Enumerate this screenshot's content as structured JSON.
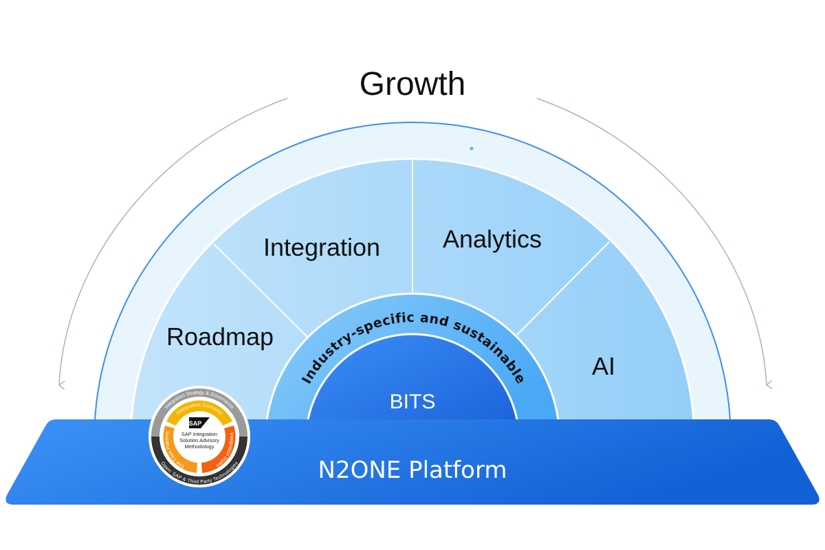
{
  "title": "Growth",
  "segments": [
    "Roadmap",
    "Integration",
    "Analytics",
    "AI"
  ],
  "inner_ring": "Industry-specific and sustainable",
  "core": "BITS",
  "platform": "N2ONE Platform",
  "badge": {
    "logo": "SAP",
    "center_lines": [
      "SAP Integration",
      "Solution Advisory",
      "Methodology"
    ],
    "outer_top": "Integration Strategy & Governance",
    "outer_bottom": "Open: SAP & Third Party Technologies",
    "inner_top": "Integration Domains",
    "inner_left": "Use Case Patterns",
    "inner_right": "Integration Styles"
  },
  "colors": {
    "outer_band": "#e8f5fd",
    "outer_stroke": "#3d8ef0",
    "segment": "#b3defa",
    "ring": "#5ab4f8",
    "core": "#2a7be8",
    "platform_start": "#3d93f6",
    "platform_end": "#1260d6",
    "arrow": "#a9b4bd"
  }
}
